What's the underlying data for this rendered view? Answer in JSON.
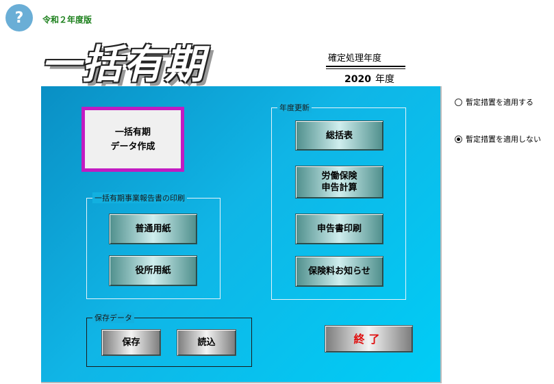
{
  "header": {
    "help_glyph": "?",
    "version": "令和２年度版",
    "app_title": "一括有期"
  },
  "fiscal_year": {
    "label": "確定処理年度",
    "value": "2020",
    "unit": "年度"
  },
  "main_button": {
    "line1": "一括有期",
    "line2": "データ作成"
  },
  "print_group": {
    "label": "一括有期事業報告書の印刷",
    "plain_paper": "普通用紙",
    "office_paper": "役所用紙"
  },
  "update_group": {
    "label": "年度更新",
    "summary": "総括表",
    "insurance_line1": "労働保険",
    "insurance_line2": "申告計算",
    "declaration_print": "申告書印刷",
    "premium_notice": "保険料お知らせ"
  },
  "save_group": {
    "label": "保存データ",
    "save": "保存",
    "load": "読込"
  },
  "exit_label": "終了",
  "options": {
    "apply": "暫定措置を適用する",
    "not_apply": "暫定措置を適用しない",
    "selected": "not_apply"
  },
  "colors": {
    "panel_accent": "#10b5e6",
    "main_button_border": "#c21bc2",
    "exit_text": "#e01010",
    "version_text": "#1a7f1a"
  }
}
